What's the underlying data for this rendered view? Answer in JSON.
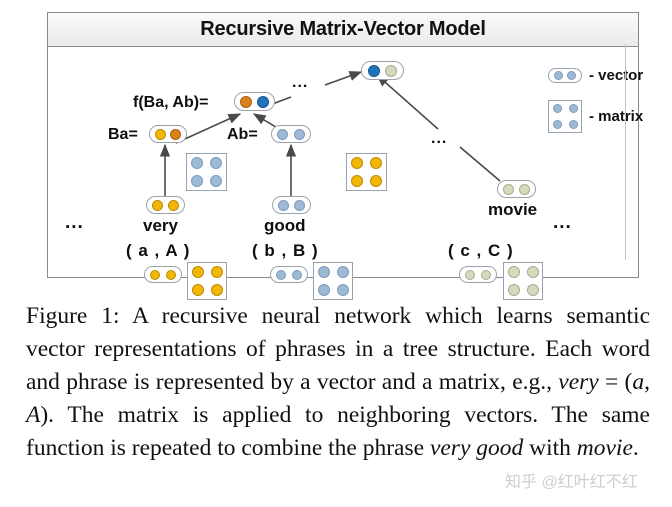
{
  "figure": {
    "title": "Recursive Matrix-Vector Model",
    "legend": {
      "vector_label": "- vector",
      "matrix_label": "- matrix"
    },
    "colors": {
      "dot_blue": "#9db9d6",
      "dot_blue_strong": "#1f74bd",
      "dot_orange": "#d9821a",
      "dot_yellow": "#f2b705",
      "dot_olive": "#d7d9bd",
      "node_border": "#9aa3ad",
      "frame_border": "#8a8a8a",
      "arrow": "#4a4a4a"
    },
    "nodes": {
      "root_label": "",
      "phrase_eq_label": "f(Ba, Ab)=",
      "ba_label": "Ba=",
      "ab_label": "Ab=",
      "word_very": "very",
      "word_good": "good",
      "word_movie": "movie",
      "tuple_very": "( a , A )",
      "tuple_good": "( b , B )",
      "tuple_movie": "( c , C )",
      "ellipsis_left": "...",
      "ellipsis_right": "...",
      "ellipsis_edge_top": "...",
      "ellipsis_edge_right": "..."
    }
  },
  "caption": {
    "prefix": "Figure 1:",
    "text_1": " A recursive neural network which learns semantic vector representations of phrases in a tree structure. Each word and phrase is represented by a vector and a matrix, e.g., ",
    "italic_1": "very",
    "text_2": " = (",
    "italic_2": "a",
    "text_3": ", ",
    "italic_3": "A",
    "text_4": "). The matrix is applied to neighboring vectors. The same function is repeated to combine the phrase ",
    "italic_4": "very good",
    "text_5": " with ",
    "italic_5": "movie",
    "text_6": "."
  },
  "watermark": "知乎 @红叶红不红"
}
